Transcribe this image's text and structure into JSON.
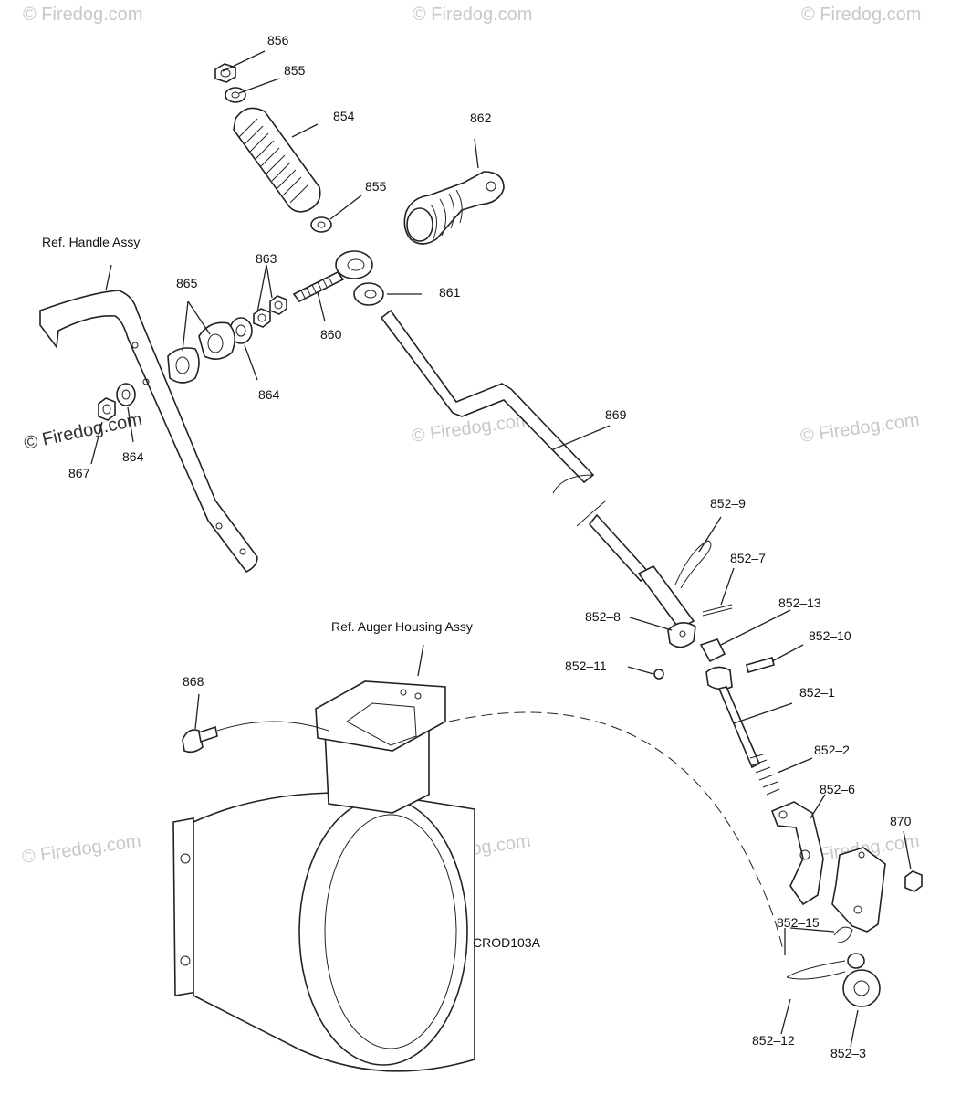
{
  "labels": {
    "p856": "856",
    "p855a": "855",
    "p854": "854",
    "p862": "862",
    "p855b": "855",
    "ref_handle": "Ref. Handle Assy",
    "p863": "863",
    "p865": "865",
    "p861": "861",
    "p860": "860",
    "p864a": "864",
    "p864b": "864",
    "p867": "867",
    "p869": "869",
    "p852_9": "852–9",
    "p852_7": "852–7",
    "p852_8": "852–8",
    "p852_13": "852–13",
    "p852_10": "852–10",
    "p852_11": "852–11",
    "p852_1": "852–1",
    "ref_auger": "Ref. Auger Housing Assy",
    "p868": "868",
    "p852_2": "852–2",
    "p852_6": "852–6",
    "p870": "870",
    "p852_15": "852–15",
    "p852_12": "852–12",
    "p852_3": "852–3",
    "drawing_code": "CROD103A"
  },
  "watermarks": {
    "text": "© Firedog.com"
  }
}
